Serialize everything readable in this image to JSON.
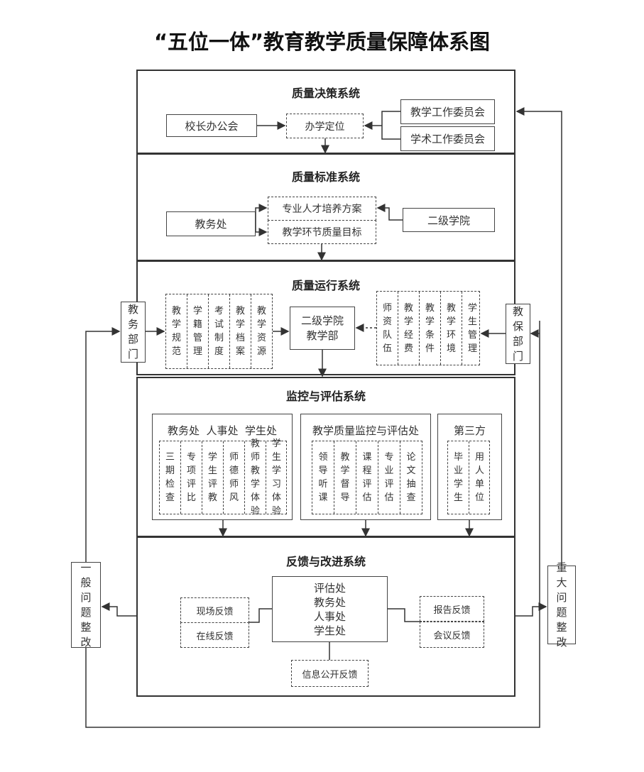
{
  "title": "“五位一体”教育教学质量保障体系图",
  "s1": {
    "title": "质量决策系统",
    "a": "校长办公会",
    "b": "办学定位",
    "c": "教学工作委员会",
    "d": "学术工作委员会"
  },
  "s2": {
    "title": "质量标准系统",
    "a": "教务处",
    "b": "专业人才培养方案",
    "c": "教学环节质量目标",
    "d": "二级学院"
  },
  "s3": {
    "title": "质量运行系统",
    "left_dept": "教务部门",
    "right_dept": "教保部门",
    "center": "二级学院教学部",
    "left_items": [
      "教学规范",
      "学籍管理",
      "考试制度",
      "教学档案",
      "教学资源"
    ],
    "right_items": [
      "师资队伍",
      "教学经费",
      "教学条件",
      "教学环境",
      "学生管理"
    ]
  },
  "s4": {
    "title": "监控与评估系统",
    "g1": {
      "header": "教务处  人事处  学生处",
      "items": [
        "三期检查",
        "专项评比",
        "学生评教",
        "师德师风",
        "教师教学体验",
        "学生学习体验"
      ]
    },
    "g2": {
      "header": "教学质量监控与评估处",
      "items": [
        "领导听课",
        "教学督导",
        "课程评估",
        "专业评估",
        "论文抽查"
      ]
    },
    "g3": {
      "header": "第三方",
      "items": [
        "毕业学生",
        "用人单位"
      ]
    }
  },
  "s5": {
    "title": "反馈与改进系统",
    "center": "评估处\n教务处\n人事处\n学生处",
    "a": "现场反馈",
    "b": "在线反馈",
    "c": "报告反馈",
    "d": "会议反馈",
    "e": "信息公开反馈"
  },
  "side": {
    "left": "一般问题整改",
    "right": "重大问题整改"
  }
}
